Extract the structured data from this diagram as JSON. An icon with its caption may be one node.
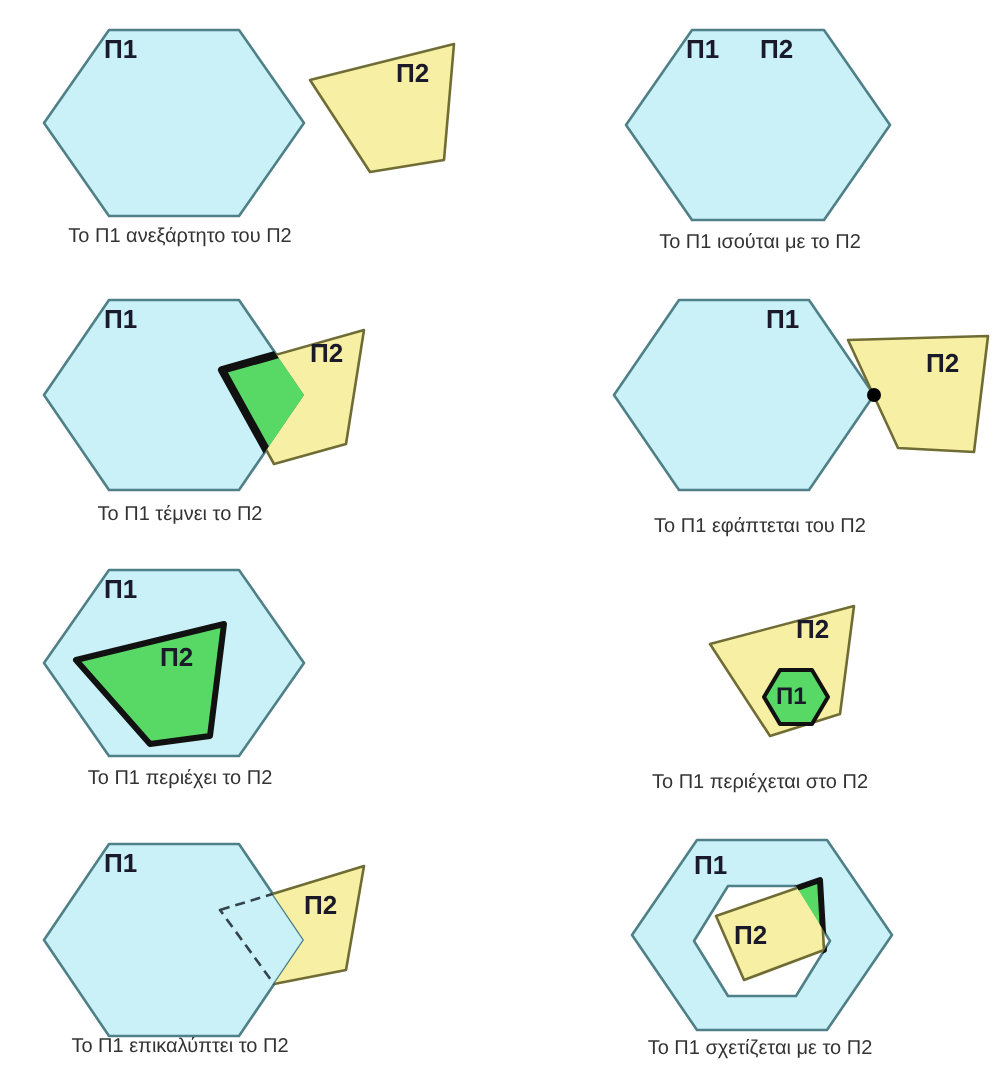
{
  "diagram": {
    "nodes": [
      {
        "text": [
          "Π1"
        ]
      },
      {
        "text": [
          "Π2"
        ]
      },
      {
        "text": [
          "Π1",
          "Π2"
        ]
      },
      {
        "text": [
          "Π1"
        ]
      },
      {
        "text": [
          "Π2"
        ]
      },
      {
        "text": [
          "Π1"
        ]
      },
      {
        "text": [
          "Π2"
        ]
      },
      {
        "text": [
          "Π1"
        ]
      },
      {
        "text": [
          "Π2"
        ],
        "in": 7
      },
      {
        "text": [
          "Π2"
        ]
      },
      {
        "text": [
          "Π1"
        ],
        "in": 9
      },
      {
        "text": [
          "Π1"
        ]
      },
      {
        "text": [
          "Π2"
        ]
      },
      {
        "text": [
          "Π1"
        ]
      },
      {
        "text": [
          "Π2"
        ],
        "in": 13
      }
    ],
    "labels": [
      "Το Π1 ανεξάρτητο του Π2",
      "Το Π1 ισούται με το Π2",
      "Το Π1 τέμνει το Π2",
      "Το Π1 εφάπτεται του Π2",
      "Το Π1 περιέχει το Π2",
      "Το Π1 περιέχεται στο Π2",
      "Το Π1 επικαλύπτει το Π2",
      "Το Π1 σχετίζεται με το Π2"
    ]
  }
}
